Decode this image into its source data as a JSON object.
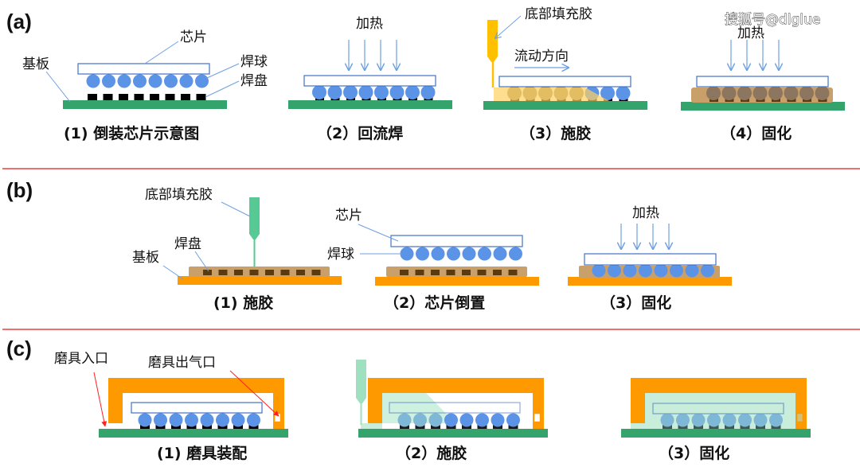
{
  "watermark": "搜狐号@dlglue",
  "colors": {
    "substrate_green": "#34a46c",
    "substrate_orange": "#ff9900",
    "chip_stroke": "#4472c4",
    "ball_blue": "#5b93e6",
    "pad_black": "#000000",
    "underfill_tan": "#c9a06a",
    "pad_brown": "#5a3a10",
    "nozzle_yellow": "#ffc000",
    "nozzle_green": "#57c995",
    "mold_fill_mint": "#c8eedb",
    "leader_line": "#6fa0e0",
    "red_arrow": "#ff2020",
    "divider": "#f07070"
  },
  "sections": [
    {
      "label": "(a)",
      "steps": [
        {
          "caption": "(1) 倒装芯片示意图",
          "annotations": [
            "芯片",
            "基板",
            "焊球",
            "焊盘"
          ]
        },
        {
          "caption": "（2）回流焊",
          "annotations": [
            "加热"
          ]
        },
        {
          "caption": "（3）施胶",
          "annotations": [
            "底部填充胶",
            "流动方向"
          ]
        },
        {
          "caption": "（4）固化",
          "annotations": [
            "加热"
          ]
        }
      ]
    },
    {
      "label": "(b)",
      "steps": [
        {
          "caption": "(1) 施胶",
          "annotations": [
            "底部填充胶",
            "焊盘",
            "基板"
          ]
        },
        {
          "caption": "（2）芯片倒置",
          "annotations": [
            "芯片",
            "焊球"
          ]
        },
        {
          "caption": "（3）固化",
          "annotations": [
            "加热"
          ]
        }
      ]
    },
    {
      "label": "(c)",
      "steps": [
        {
          "caption": "(1) 磨具装配",
          "annotations": [
            "磨具入口",
            "磨具出气口"
          ]
        },
        {
          "caption": "（2）施胶",
          "annotations": []
        },
        {
          "caption": "（3）固化",
          "annotations": []
        }
      ]
    }
  ]
}
